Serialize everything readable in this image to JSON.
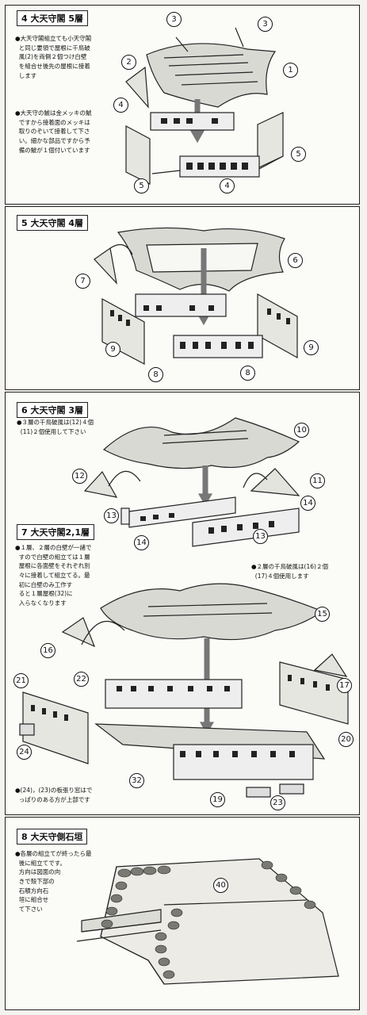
{
  "sections": [
    {
      "header": "4  大天守閣  5層",
      "notes": [
        "●大天守閣組立ても小天守閣\n  と同じ要領で屋根に千鳥破\n  風(2)を両側２個つけ白壁\n  を組合せ後先の屋根に接着\n  します",
        "●大天守の鯱は金メッキの鯱\n  ですから接着面のメッキは\n  取りのぞいて接着して下さ\n  い。細かな部品ですから予\n  備の鯱が１個付いています"
      ],
      "labels": [
        "3",
        "3",
        "2",
        "1",
        "4",
        "5",
        "5",
        "4"
      ]
    },
    {
      "header": "5  大天守閣  4層",
      "labels": [
        "6",
        "7",
        "9",
        "9",
        "8",
        "8"
      ]
    },
    {
      "header": "6  大天守閣  3層",
      "notes": [
        "●３層の千鳥破風は(12)４個\n  (11)２個使用して下さい"
      ],
      "labels": [
        "10",
        "12",
        "11",
        "13",
        "14",
        "14",
        "13"
      ]
    },
    {
      "header": "7  大天守閣2,1層",
      "notes": [
        "●１層、２層の白壁が一諸で\n  すので白壁の組立ては１層\n  屋根に各面壁をそれぞれ別\n  々に接着して組立てる。最\n  初に白壁のみ工作す\n  ると１層屋根(32)に\n  入らなくなります",
        "●２層の千鳥破風は(16)２個\n  (17)４個使用します",
        "●(24)，(23)の板張り窓はで\n  っぱりのある方が上部です"
      ],
      "labels": [
        "15",
        "16",
        "17",
        "21",
        "22",
        "20",
        "24",
        "32",
        "19",
        "23"
      ]
    },
    {
      "header": "8  大天守側石垣",
      "notes": [
        "●各層の組立てが終ったら最\n  後に組立てです。\n  方向は図面の向\n  きで殻下部の\n  石積方向石\n  垣に組合せ\n  て下さい"
      ],
      "labels": [
        "40"
      ]
    }
  ]
}
